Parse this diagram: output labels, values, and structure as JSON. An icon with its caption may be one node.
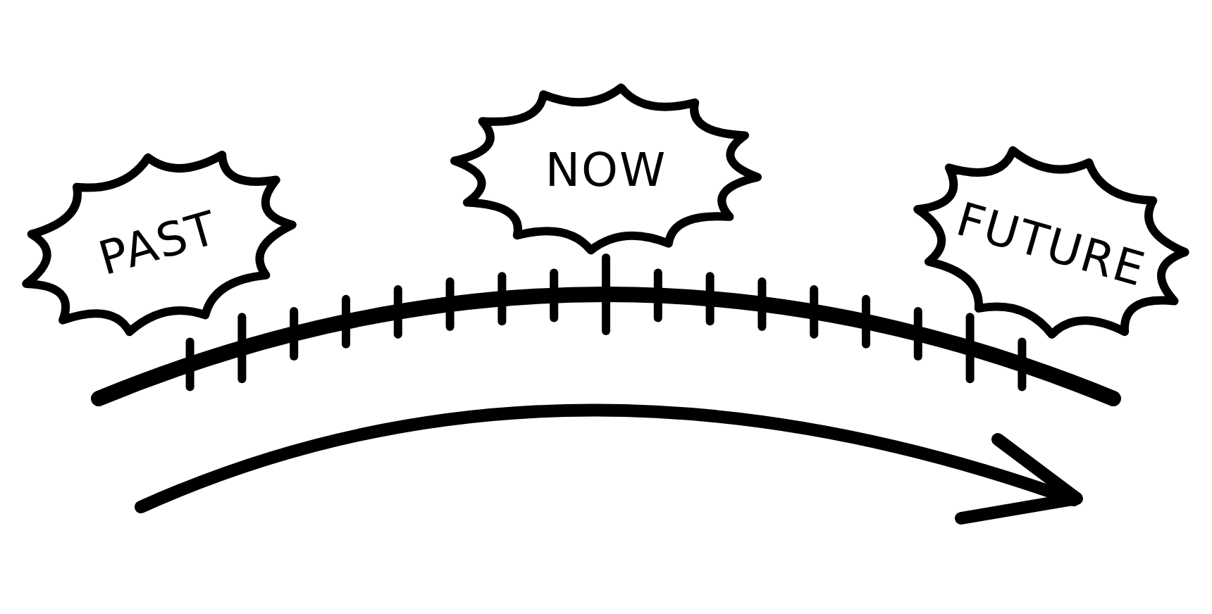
{
  "diagram": {
    "nodes": [
      {
        "text": [
          "PAST"
        ]
      },
      {
        "text": [
          "NOW"
        ]
      },
      {
        "text": [
          "FUTURE"
        ]
      }
    ]
  }
}
